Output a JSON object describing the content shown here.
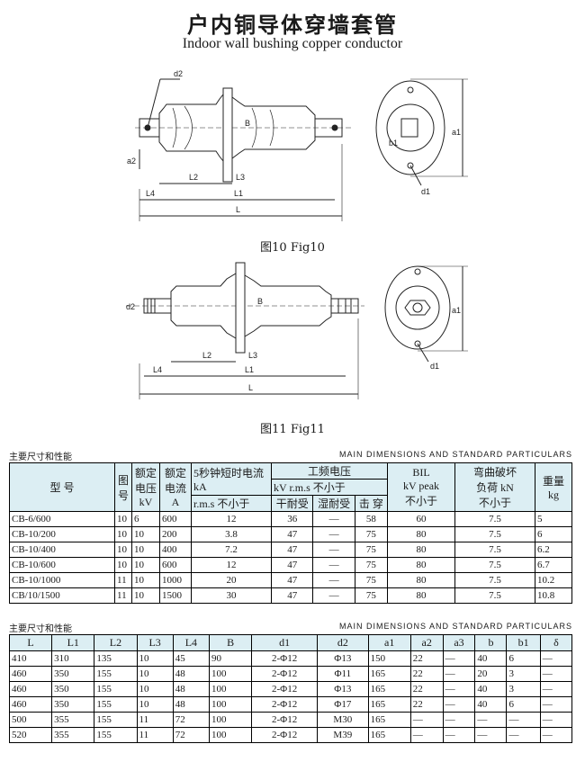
{
  "header": {
    "title_cn": "户内铜导体穿墙套管",
    "title_en": "Indoor wall bushing copper conductor"
  },
  "fig10": {
    "caption": "图10  Fig10",
    "labels": {
      "d2": "d2",
      "a2": "a2",
      "B": "B",
      "L2": "L2",
      "L3": "L3",
      "L4": "L4",
      "L1": "L1",
      "L": "L",
      "b1": "b1",
      "a1": "a1",
      "d1": "d1"
    }
  },
  "fig11": {
    "caption": "图11    Fig11",
    "labels": {
      "d2": "d2",
      "B": "B",
      "L2": "L2",
      "L3": "L3",
      "L4": "L4",
      "L1": "L1",
      "L": "L",
      "a1": "a1",
      "d1": "d1"
    }
  },
  "section1": {
    "left": "主要尺寸和性能",
    "right": "MAIN DIMENSIONS AND STANDARD PARTICULARS"
  },
  "table1": {
    "headers": {
      "model": "型      号",
      "fig": "图号",
      "voltage": "额定电压kV",
      "current": "额定电流A",
      "short_time": "5秒钟短时电流kA",
      "short_time_sub": "r.m.s 不小于",
      "power_freq": "工频电压",
      "power_freq_sub": "kV r.m.s        不小于",
      "dry": "干耐受",
      "wet": "湿耐受",
      "breakdown": "击  穿",
      "bil": "BIL",
      "bil_sub1": "kV  peak",
      "bil_sub2": "不小于",
      "bend": "弯曲破坏",
      "bend_sub1": "负荷 kN",
      "bend_sub2": "不小于",
      "weight": "重量",
      "weight_unit": "kg"
    },
    "rows": [
      [
        "CB-6/600",
        "10",
        "6",
        "600",
        "12",
        "36",
        "—",
        "58",
        "60",
        "7.5",
        "5"
      ],
      [
        "CB-10/200",
        "10",
        "10",
        "200",
        "3.8",
        "47",
        "—",
        "75",
        "80",
        "7.5",
        "6"
      ],
      [
        "CB-10/400",
        "10",
        "10",
        "400",
        "7.2",
        "47",
        "—",
        "75",
        "80",
        "7.5",
        "6.2"
      ],
      [
        "CB-10/600",
        "10",
        "10",
        "600",
        "12",
        "47",
        "—",
        "75",
        "80",
        "7.5",
        "6.7"
      ],
      [
        "CB-10/1000",
        "11",
        "10",
        "1000",
        "20",
        "47",
        "—",
        "75",
        "80",
        "7.5",
        "10.2"
      ],
      [
        "CB/10/1500",
        "11",
        "10",
        "1500",
        "30",
        "47",
        "—",
        "75",
        "80",
        "7.5",
        "10.8"
      ]
    ]
  },
  "section2": {
    "left": "主要尺寸和性能",
    "right": "MAIN DIMENSIONS AND STANDARD PARTICULARS"
  },
  "table2": {
    "headers": [
      "L",
      "L1",
      "L2",
      "L3",
      "L4",
      "B",
      "d1",
      "d2",
      "a1",
      "a2",
      "a3",
      "b",
      "b1",
      "δ"
    ],
    "rows": [
      [
        "410",
        "310",
        "135",
        "10",
        "45",
        "90",
        "2-Φ12",
        "Φ13",
        "150",
        "22",
        "—",
        "40",
        "6",
        "—"
      ],
      [
        "460",
        "350",
        "155",
        "10",
        "48",
        "100",
        "2-Φ12",
        "Φ11",
        "165",
        "22",
        "—",
        "20",
        "3",
        "—"
      ],
      [
        "460",
        "350",
        "155",
        "10",
        "48",
        "100",
        "2-Φ12",
        "Φ13",
        "165",
        "22",
        "—",
        "40",
        "3",
        "—"
      ],
      [
        "460",
        "350",
        "155",
        "10",
        "48",
        "100",
        "2-Φ12",
        "Φ17",
        "165",
        "22",
        "—",
        "40",
        "6",
        "—"
      ],
      [
        "500",
        "355",
        "155",
        "11",
        "72",
        "100",
        "2-Φ12",
        "M30",
        "165",
        "—",
        "—",
        "—",
        "—",
        "—"
      ],
      [
        "520",
        "355",
        "155",
        "11",
        "72",
        "100",
        "2-Φ12",
        "M39",
        "165",
        "—",
        "—",
        "—",
        "—",
        "—"
      ]
    ]
  }
}
